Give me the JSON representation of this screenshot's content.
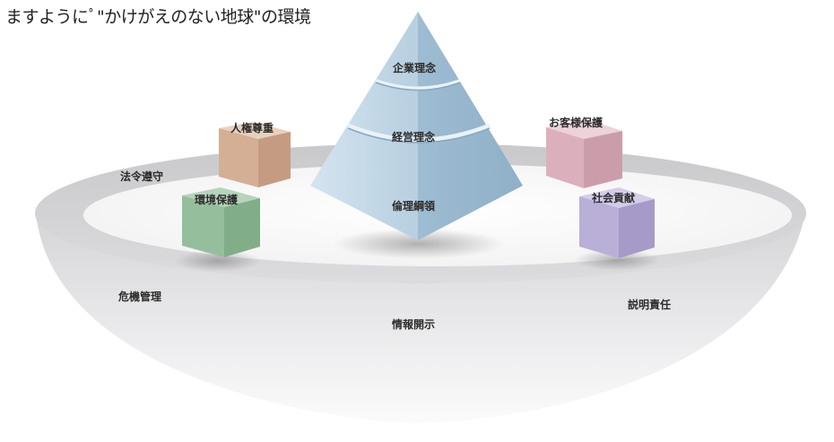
{
  "caption": "ますようにﾟ\"かけがえのない地球\"の環境",
  "pyramid": {
    "top": "企業理念",
    "middle": "経営理念",
    "bottom": "倫理綱領"
  },
  "cubes": {
    "human_rights": "人権尊重",
    "customer_protection": "お客様保護",
    "environment": "環境保護",
    "social_contribution": "社会貢献"
  },
  "ring": {
    "compliance": "法令遵守",
    "risk_management": "危機管理",
    "disclosure": "情報開示",
    "accountability": "説明責任"
  },
  "colors": {
    "pyramid": "#a9c6db",
    "cube_human_rights": "#d7b49c",
    "cube_customer": "#dcb3be",
    "cube_environment": "#93bb9b",
    "cube_social": "#b6acd3",
    "bowl": "#d3d3d5"
  }
}
